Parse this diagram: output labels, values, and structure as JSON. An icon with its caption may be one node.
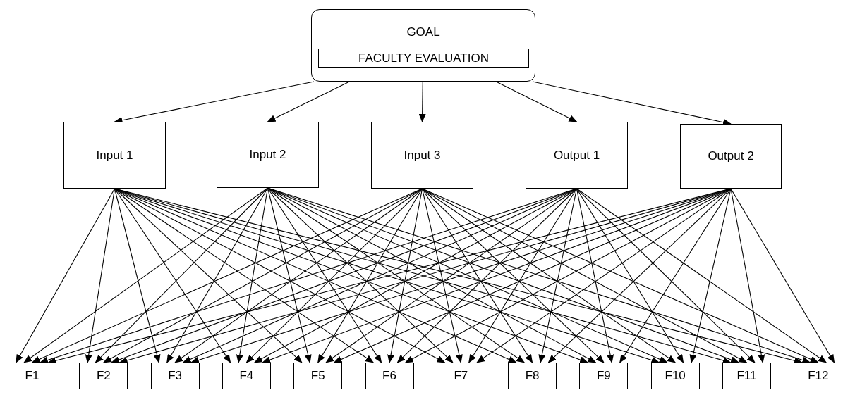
{
  "diagram": {
    "nodes": [
      {
        "text": [
          "GOAL"
        ]
      },
      {
        "text": [
          "FACULTY EVALUATION"
        ],
        "in": 0
      },
      {
        "text": [
          "Input 1"
        ]
      },
      {
        "text": [
          "Input 2"
        ]
      },
      {
        "text": [
          "Input 3"
        ]
      },
      {
        "text": [
          "Output 1"
        ]
      },
      {
        "text": [
          "Output 2"
        ]
      },
      {
        "text": [
          "F1"
        ]
      },
      {
        "text": [
          "F2"
        ]
      },
      {
        "text": [
          "F3"
        ]
      },
      {
        "text": [
          "F4"
        ]
      },
      {
        "text": [
          "F5"
        ]
      },
      {
        "text": [
          "F6"
        ]
      },
      {
        "text": [
          "F7"
        ]
      },
      {
        "text": [
          "F8"
        ]
      },
      {
        "text": [
          "F9"
        ]
      },
      {
        "text": [
          "F10"
        ]
      },
      {
        "text": [
          "F11"
        ]
      },
      {
        "text": [
          "F12"
        ]
      }
    ],
    "edges": [
      {
        "from": 0,
        "to": 2,
        "arrow": "to"
      },
      {
        "from": 0,
        "to": 3,
        "arrow": "to"
      },
      {
        "from": 0,
        "to": 4,
        "arrow": "to"
      },
      {
        "from": 0,
        "to": 5,
        "arrow": "to"
      },
      {
        "from": 0,
        "to": 6,
        "arrow": "to"
      },
      {
        "from": 2,
        "to": 7,
        "arrow": "to"
      },
      {
        "from": 2,
        "to": 8,
        "arrow": "to"
      },
      {
        "from": 2,
        "to": 9,
        "arrow": "to"
      },
      {
        "from": 2,
        "to": 10,
        "arrow": "to"
      },
      {
        "from": 2,
        "to": 11,
        "arrow": "to"
      },
      {
        "from": 2,
        "to": 12,
        "arrow": "to"
      },
      {
        "from": 2,
        "to": 13,
        "arrow": "to"
      },
      {
        "from": 2,
        "to": 14,
        "arrow": "to"
      },
      {
        "from": 2,
        "to": 15,
        "arrow": "to"
      },
      {
        "from": 2,
        "to": 16,
        "arrow": "to"
      },
      {
        "from": 2,
        "to": 17,
        "arrow": "to"
      },
      {
        "from": 2,
        "to": 18,
        "arrow": "to"
      },
      {
        "from": 3,
        "to": 7,
        "arrow": "to"
      },
      {
        "from": 3,
        "to": 8,
        "arrow": "to"
      },
      {
        "from": 3,
        "to": 9,
        "arrow": "to"
      },
      {
        "from": 3,
        "to": 10,
        "arrow": "to"
      },
      {
        "from": 3,
        "to": 11,
        "arrow": "to"
      },
      {
        "from": 3,
        "to": 12,
        "arrow": "to"
      },
      {
        "from": 3,
        "to": 13,
        "arrow": "to"
      },
      {
        "from": 3,
        "to": 14,
        "arrow": "to"
      },
      {
        "from": 3,
        "to": 15,
        "arrow": "to"
      },
      {
        "from": 3,
        "to": 16,
        "arrow": "to"
      },
      {
        "from": 3,
        "to": 17,
        "arrow": "to"
      },
      {
        "from": 3,
        "to": 18,
        "arrow": "to"
      },
      {
        "from": 4,
        "to": 7,
        "arrow": "to"
      },
      {
        "from": 4,
        "to": 8,
        "arrow": "to"
      },
      {
        "from": 4,
        "to": 9,
        "arrow": "to"
      },
      {
        "from": 4,
        "to": 10,
        "arrow": "to"
      },
      {
        "from": 4,
        "to": 11,
        "arrow": "to"
      },
      {
        "from": 4,
        "to": 12,
        "arrow": "to"
      },
      {
        "from": 4,
        "to": 13,
        "arrow": "to"
      },
      {
        "from": 4,
        "to": 14,
        "arrow": "to"
      },
      {
        "from": 4,
        "to": 15,
        "arrow": "to"
      },
      {
        "from": 4,
        "to": 16,
        "arrow": "to"
      },
      {
        "from": 4,
        "to": 17,
        "arrow": "to"
      },
      {
        "from": 4,
        "to": 18,
        "arrow": "to"
      },
      {
        "from": 5,
        "to": 7,
        "arrow": "to"
      },
      {
        "from": 5,
        "to": 8,
        "arrow": "to"
      },
      {
        "from": 5,
        "to": 9,
        "arrow": "to"
      },
      {
        "from": 5,
        "to": 10,
        "arrow": "to"
      },
      {
        "from": 5,
        "to": 11,
        "arrow": "to"
      },
      {
        "from": 5,
        "to": 12,
        "arrow": "to"
      },
      {
        "from": 5,
        "to": 13,
        "arrow": "to"
      },
      {
        "from": 5,
        "to": 14,
        "arrow": "to"
      },
      {
        "from": 5,
        "to": 15,
        "arrow": "to"
      },
      {
        "from": 5,
        "to": 16,
        "arrow": "to"
      },
      {
        "from": 5,
        "to": 17,
        "arrow": "to"
      },
      {
        "from": 5,
        "to": 18,
        "arrow": "to"
      },
      {
        "from": 6,
        "to": 7,
        "arrow": "to"
      },
      {
        "from": 6,
        "to": 8,
        "arrow": "to"
      },
      {
        "from": 6,
        "to": 9,
        "arrow": "to"
      },
      {
        "from": 6,
        "to": 10,
        "arrow": "to"
      },
      {
        "from": 6,
        "to": 11,
        "arrow": "to"
      },
      {
        "from": 6,
        "to": 12,
        "arrow": "to"
      },
      {
        "from": 6,
        "to": 13,
        "arrow": "to"
      },
      {
        "from": 6,
        "to": 14,
        "arrow": "to"
      },
      {
        "from": 6,
        "to": 15,
        "arrow": "to"
      },
      {
        "from": 6,
        "to": 16,
        "arrow": "to"
      },
      {
        "from": 6,
        "to": 17,
        "arrow": "to"
      },
      {
        "from": 6,
        "to": 18,
        "arrow": "to"
      }
    ]
  }
}
